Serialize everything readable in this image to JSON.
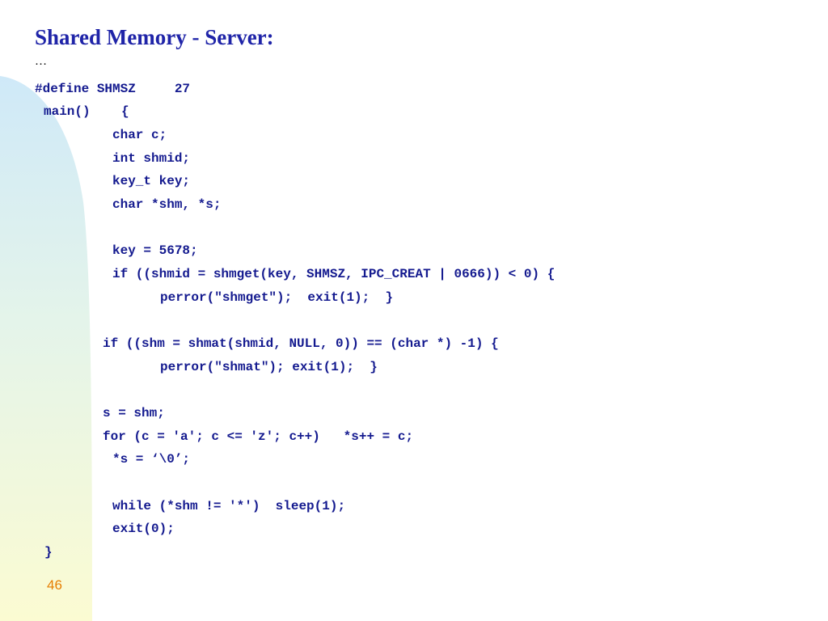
{
  "slide": {
    "title": "Shared Memory - Server:",
    "ellipsis": "…",
    "page_number": "46"
  },
  "code": {
    "lines": [
      "#define SHMSZ     27",
      "main()    {",
      "char c;",
      "int shmid;",
      "key_t key;",
      "char *shm, *s;",
      "key = 5678;",
      "if ((shmid = shmget(key, SHMSZ, IPC_CREAT | 0666)) < 0) {",
      "perror(\"shmget\");  exit(1);  }",
      "if ((shm = shmat(shmid, NULL, 0)) == (char *) -1) {",
      "perror(\"shmat\"); exit(1);  }",
      "s = shm;",
      "for (c = 'a'; c <= 'z'; c++)   *s++ = c;",
      "*s = ‘\\0’;",
      "while (*shm != '*')  sleep(1);",
      "exit(0);",
      "}"
    ]
  },
  "colors": {
    "title": "#1f24a8",
    "code": "#141a8f",
    "page_number": "#e67d00",
    "decoration_top": "#cfe9f8",
    "decoration_bottom": "#fbfbd2"
  }
}
